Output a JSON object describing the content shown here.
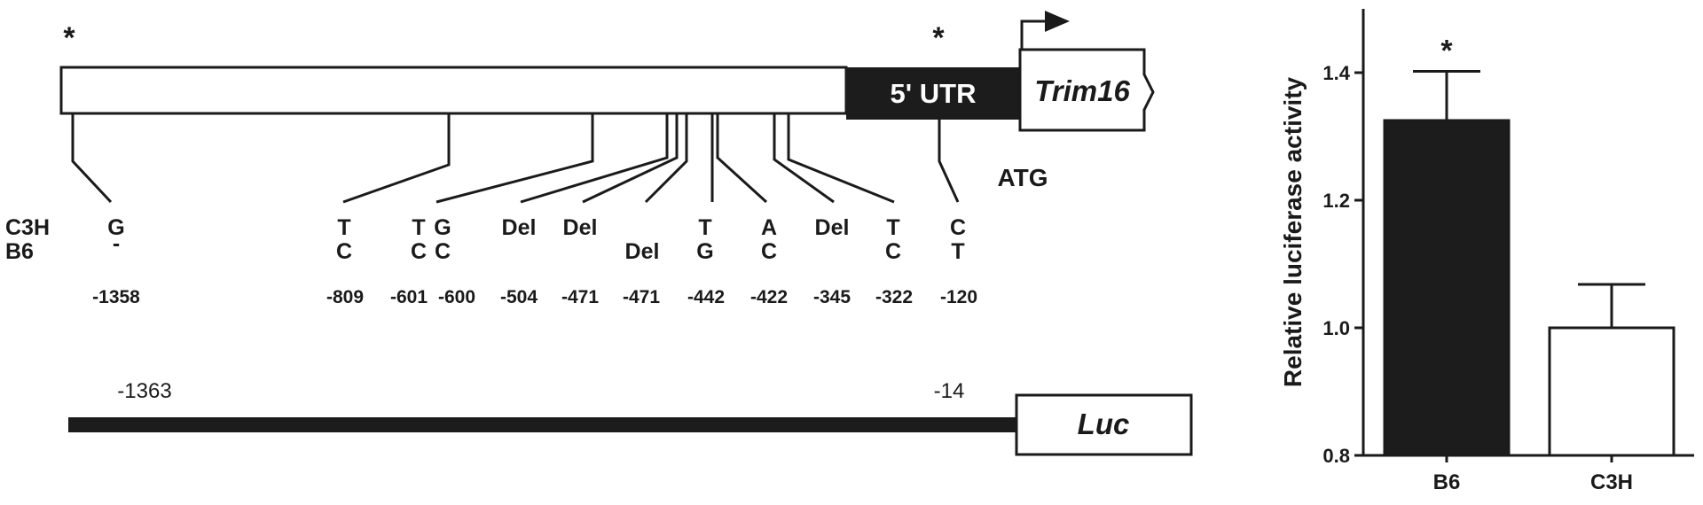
{
  "diagram": {
    "asterisk_left": "*",
    "asterisk_utr": "*",
    "utr_label": "5' UTR",
    "gene_label": "Trim16",
    "atg_label": "ATG",
    "strain_c3h": "C3H",
    "strain_b6": "B6",
    "variants": [
      {
        "c3h": "G",
        "b6": "-",
        "pos": "-1358"
      },
      {
        "c3h": "T",
        "b6": "C",
        "pos": "-809"
      },
      {
        "c3h": "T",
        "b6": "C",
        "pos": "-601"
      },
      {
        "c3h": "G",
        "b6": "C",
        "pos": "-600"
      },
      {
        "c3h": "Del",
        "b6": "",
        "pos": "-504"
      },
      {
        "c3h": "Del",
        "b6": "",
        "pos": "-471"
      },
      {
        "c3h": "",
        "b6": "Del",
        "pos": "-471"
      },
      {
        "c3h": "T",
        "b6": "G",
        "pos": "-442"
      },
      {
        "c3h": "A",
        "b6": "C",
        "pos": "-422"
      },
      {
        "c3h": "Del",
        "b6": "",
        "pos": "-345"
      },
      {
        "c3h": "T",
        "b6": "C",
        "pos": "-322"
      },
      {
        "c3h": "C",
        "b6": "T",
        "pos": "-120"
      }
    ],
    "construct_start": "-1363",
    "construct_end": "-14",
    "reporter_label": "Luc"
  },
  "chart_data": {
    "type": "bar",
    "categories": [
      "B6",
      "C3H"
    ],
    "values": [
      1.325,
      1.0
    ],
    "errors": [
      0.077,
      0.068
    ],
    "colors": [
      "#1c1c1c",
      "#ffffff"
    ],
    "significance": [
      "*",
      ""
    ],
    "ylabel": "Relative luciferase activity",
    "ylim": [
      0.8,
      1.5
    ],
    "yticks": [
      "0.8",
      "1.0",
      "1.2",
      "1.4"
    ],
    "grid": false,
    "legend": "none"
  }
}
